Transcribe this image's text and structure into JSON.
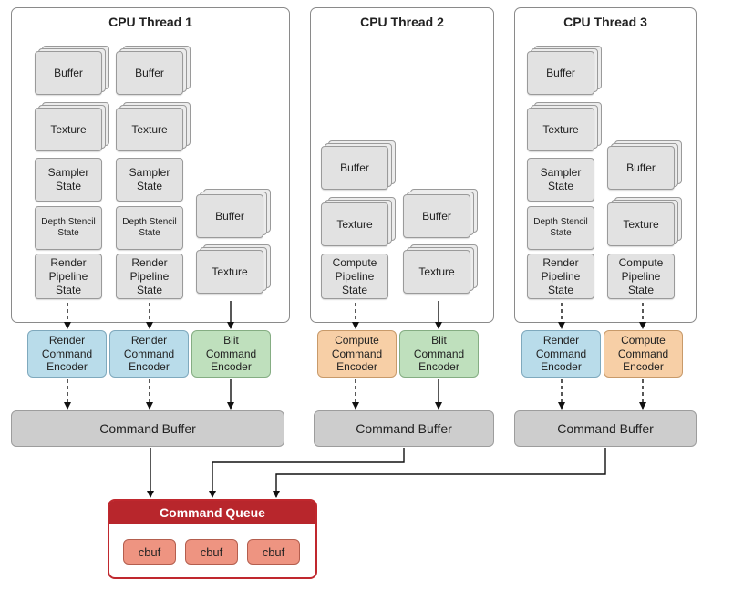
{
  "threads": [
    {
      "title": "CPU Thread 1"
    },
    {
      "title": "CPU Thread 2"
    },
    {
      "title": "CPU Thread 3"
    }
  ],
  "resources": {
    "buffer": "Buffer",
    "texture": "Texture",
    "sampler_state": "Sampler\nState",
    "depth_stencil_state": "Depth Stencil\nState",
    "render_pipeline_state": "Render\nPipeline\nState",
    "compute_pipeline_state": "Compute\nPipeline\nState"
  },
  "encoders": {
    "render": "Render\nCommand\nEncoder",
    "blit": "Blit\nCommand\nEncoder",
    "compute": "Compute\nCommand\nEncoder"
  },
  "command_buffer_label": "Command Buffer",
  "command_queue": {
    "title": "Command Queue",
    "items": [
      "cbuf",
      "cbuf",
      "cbuf"
    ]
  },
  "colors": {
    "render_encoder": "#b9dcea",
    "blit_encoder": "#bfe0bd",
    "compute_encoder": "#f7cfa6",
    "command_queue": "#b8262c",
    "cbuf": "#ee9481",
    "command_buffer": "#cdcdcd"
  }
}
